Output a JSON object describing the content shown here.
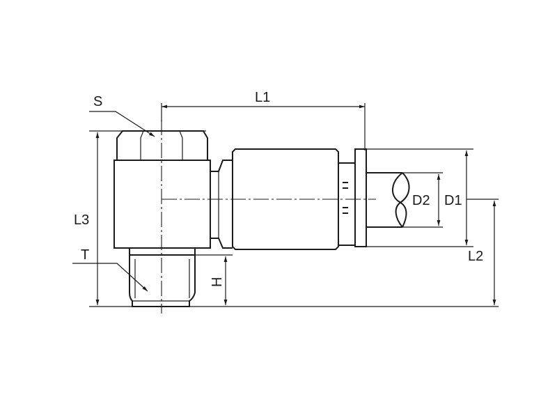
{
  "labels": {
    "s": "S",
    "l1": "L1",
    "l3": "L3",
    "t": "T",
    "h": "H",
    "d2": "D2",
    "d1": "D1",
    "l2": "L2"
  },
  "colors": {
    "line": "#1a1a1a",
    "background": "#ffffff"
  }
}
